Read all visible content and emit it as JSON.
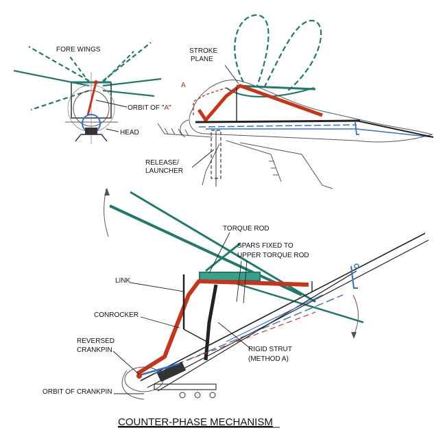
{
  "title": "COUNTER-PHASE MECHANISM",
  "top_left": {
    "fore_wings": "FORE WINGS",
    "orbit_of_a_prefix": "ORBIT OF \"",
    "orbit_of_a_letter": "A",
    "orbit_of_a_suffix": "\"",
    "head": "HEAD"
  },
  "top_right": {
    "stroke_plane_line1": "STROKE",
    "stroke_plane_line2": "PLANE",
    "point_a": "A",
    "release_line1": "RELEASE/",
    "release_line2": "LAUNCHER"
  },
  "bottom": {
    "torque_rod": "TORQUE ROD",
    "spars_line1": "SPARS FIXED TO",
    "spars_line2": "UPPER TORQUE ROD",
    "link": "LINK",
    "conrocker": "CONROCKER",
    "reversed_line1": "REVERSED",
    "reversed_line2": "CRANKPIN",
    "rigid_strut_line1": "RIGID STRUT",
    "rigid_strut_line2": "(METHOD A)",
    "orbit_of_crankpin": "ORBIT OF CRANKPIN"
  },
  "colors": {
    "wing_green": "#1f7a6a",
    "conrocker_red": "#c8341a",
    "crank_blue": "#2f6fd0",
    "pencil_gray": "#777777"
  }
}
